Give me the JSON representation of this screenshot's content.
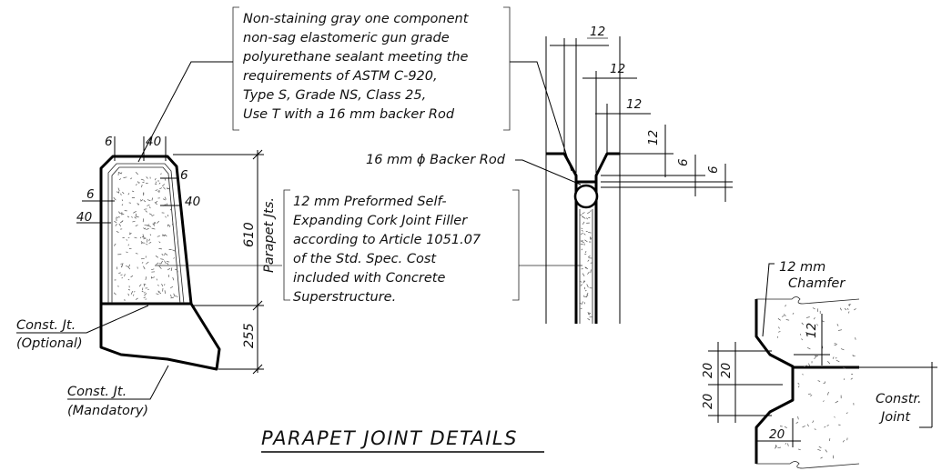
{
  "title": "PARAPET JOINT DETAILS",
  "sealant_note": [
    "Non-staining gray one component",
    "non-sag elastomeric gun grade",
    "polyurethane sealant meeting the",
    "requirements of ASTM C-920,",
    "Type S, Grade NS, Class 25,",
    "Use T with a 16 mm backer Rod"
  ],
  "filler_note": [
    "12 mm Preformed Self-",
    "Expanding Cork Joint Filler",
    "according to Article 1051.07",
    "of the Std. Spec.  Cost",
    "included with Concrete",
    "Superstructure."
  ],
  "backer_rod_label": "16 mm ϕ Backer Rod",
  "section": {
    "dim_top_6": "6",
    "dim_top_40": "40",
    "dim_right_6": "6",
    "dim_left_6": "6",
    "dim_left_40": "40",
    "dim_right_40": "40",
    "dim_610": "610",
    "parapet_jts": "Parapet Jts.",
    "dim_255": "255",
    "const_jt_optional_1": "Const. Jt.",
    "const_jt_optional_2": "(Optional)",
    "const_jt_mandatory_1": "Const. Jt.",
    "const_jt_mandatory_2": "(Mandatory)"
  },
  "joint_detail": {
    "dim_12_a": "12",
    "dim_12_b": "12",
    "dim_12_c": "12",
    "dim_12_d": "12",
    "dim_6_a": "6",
    "dim_6_b": "6"
  },
  "chamfer_detail": {
    "label_1": "12 mm",
    "label_2": "Chamfer",
    "dim_12": "12",
    "dim_20_a": "20",
    "dim_20_b": "20",
    "dim_20_c": "20",
    "dim_20_d": "20",
    "constr_joint_1": "Constr.",
    "constr_joint_2": "Joint"
  }
}
